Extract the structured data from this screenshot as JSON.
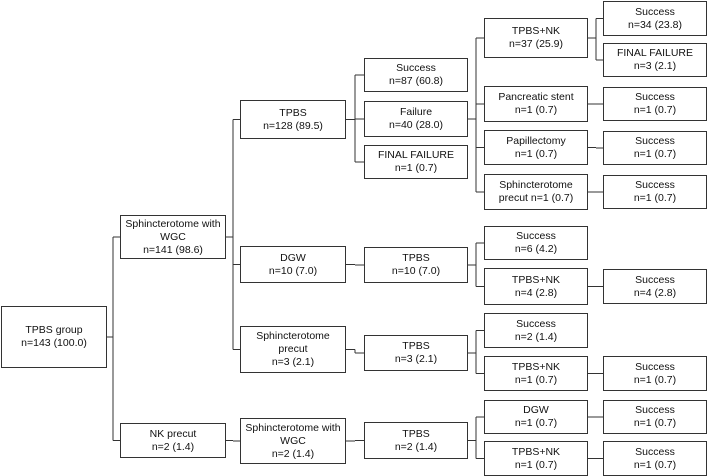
{
  "nodes": {
    "root": {
      "label": "TPBS group",
      "count": "n=143 (100.0)"
    },
    "swgc": {
      "label": "Sphincterotome with\nWGC",
      "count": "n=141 (98.6)"
    },
    "nk": {
      "label": "NK precut",
      "count": "n=2 (1.4)"
    },
    "tpbs1": {
      "label": "TPBS",
      "count": "n=128 (89.5)"
    },
    "dgw": {
      "label": "DGW",
      "count": "n=10 (7.0)"
    },
    "sprecut": {
      "label": "Sphincterotome\nprecut",
      "count": "n=3 (2.1)"
    },
    "nk_swgc": {
      "label": "Sphincterotome with\nWGC",
      "count": "n=2 (1.4)"
    },
    "succ87": {
      "label": "Success",
      "count": "n=87 (60.8)"
    },
    "fail40": {
      "label": "Failure",
      "count": "n=40 (28.0)"
    },
    "ff1": {
      "label": "FINAL FAILURE",
      "count": "n=1 (0.7)"
    },
    "dgw_tpbs": {
      "label": "TPBS",
      "count": "n=10 (7.0)"
    },
    "sp_tpbs": {
      "label": "TPBS",
      "count": "n=3 (2.1)"
    },
    "nk_tpbs": {
      "label": "TPBS",
      "count": "n=2 (1.4)"
    },
    "tpbsnk37": {
      "label": "TPBS+NK",
      "count": "n=37 (25.9)"
    },
    "pstent": {
      "label": "Pancreatic stent",
      "count": "n=1 (0.7)"
    },
    "papil": {
      "label": "Papillectomy",
      "count": "n=1 (0.7)"
    },
    "spprecut1": {
      "label": "Sphincterotome",
      "count": "precut n=1 (0.7)"
    },
    "succ6": {
      "label": "Success",
      "count": "n=6 (4.2)"
    },
    "tpbsnk4": {
      "label": "TPBS+NK",
      "count": "n=4 (2.8)"
    },
    "succ2": {
      "label": "Success",
      "count": "n=2 (1.4)"
    },
    "tpbsnk1a": {
      "label": "TPBS+NK",
      "count": "n=1 (0.7)"
    },
    "dgw1": {
      "label": "DGW",
      "count": "n=1 (0.7)"
    },
    "tpbsnk1b": {
      "label": "TPBS+NK",
      "count": "n=1 (0.7)"
    },
    "succ34": {
      "label": "Success",
      "count": "n=34 (23.8)"
    },
    "ff3": {
      "label": "FINAL FAILURE",
      "count": "n=3 (2.1)"
    },
    "succ_ps": {
      "label": "Success",
      "count": "n=1 (0.7)"
    },
    "succ_pa": {
      "label": "Success",
      "count": "n=1 (0.7)"
    },
    "succ_sp": {
      "label": "Success",
      "count": "n=1 (0.7)"
    },
    "succ_nk4": {
      "label": "Success",
      "count": "n=4 (2.8)"
    },
    "succ_nk1a": {
      "label": "Success",
      "count": "n=1 (0.7)"
    },
    "succ_dgw1": {
      "label": "Success",
      "count": "n=1 (0.7)"
    },
    "succ_nk1b": {
      "label": "Success",
      "count": "n=1 (0.7)"
    }
  }
}
